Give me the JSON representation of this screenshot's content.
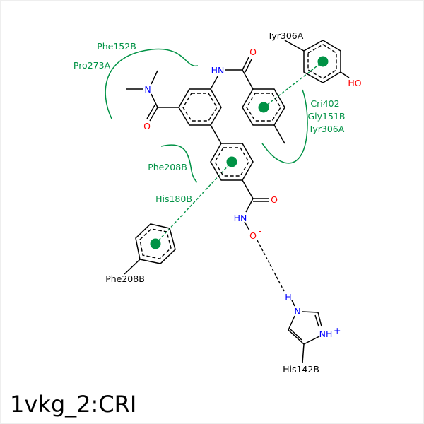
{
  "title": "1vkg_2:CRI",
  "colors": {
    "bond": "#000000",
    "nitrogen": "#0000ff",
    "oxygen": "#ff0000",
    "interaction": "#009245"
  },
  "atoms": {
    "hn_top": "HN",
    "o_top": "O",
    "n_amide": "N",
    "o_amide": "O",
    "o_lower": "O",
    "hn_lower": "HN",
    "o_minus": "O",
    "minus": "-",
    "ho": "HO",
    "h_his": "H",
    "n_his": "N",
    "nh_his": "NH",
    "plus": "+"
  },
  "residues": {
    "phe152b": "Phe152B",
    "pro273a": "Pro273A",
    "tyr306a_top": "Tyr306A",
    "cri402": "Cri402",
    "gly151b": "Gly151B",
    "tyr306a_right": "Tyr306A",
    "phe208b_green": "Phe208B",
    "his180b": "His180B",
    "phe208b_black": "Phe208B",
    "his142b": "His142B"
  }
}
